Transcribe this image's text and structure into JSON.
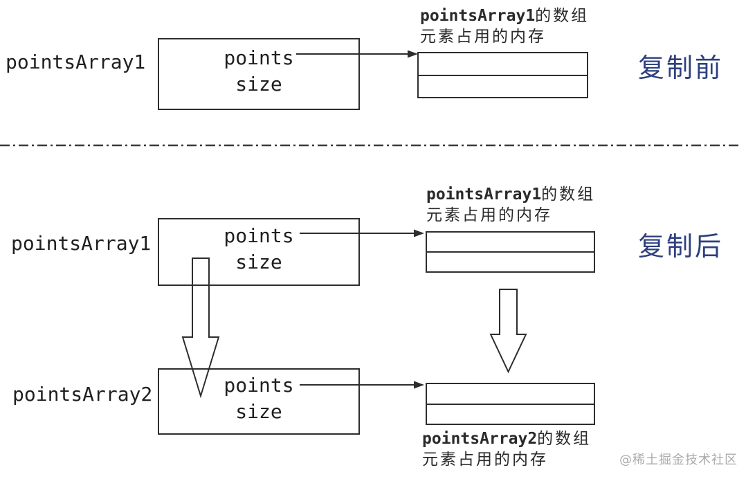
{
  "sections": {
    "before": {
      "stage_label": "复制前",
      "variable": {
        "name": "pointsArray1",
        "fields": [
          "points",
          "size"
        ]
      },
      "memory": {
        "title_code": "pointsArray1",
        "title_suffix": "的数组",
        "title_line2": "元素占用的内存",
        "row_count": 2
      }
    },
    "after": {
      "stage_label": "复制后",
      "variable1": {
        "name": "pointsArray1",
        "fields": [
          "points",
          "size"
        ]
      },
      "memory1": {
        "title_code": "pointsArray1",
        "title_suffix": "的数组",
        "title_line2": "元素占用的内存",
        "row_count": 2
      },
      "variable2": {
        "name": "pointsArray2",
        "fields": [
          "points",
          "size"
        ]
      },
      "memory2": {
        "title_code": "pointsArray2",
        "title_suffix": "的数组",
        "title_line2": "元素占用的内存",
        "row_count": 2
      }
    }
  },
  "watermark": "@稀土掘金技术社区",
  "colors": {
    "line": "#2d2d2d",
    "stage_blue": "#2e3f7e",
    "watermark_gray": "#ababab"
  }
}
